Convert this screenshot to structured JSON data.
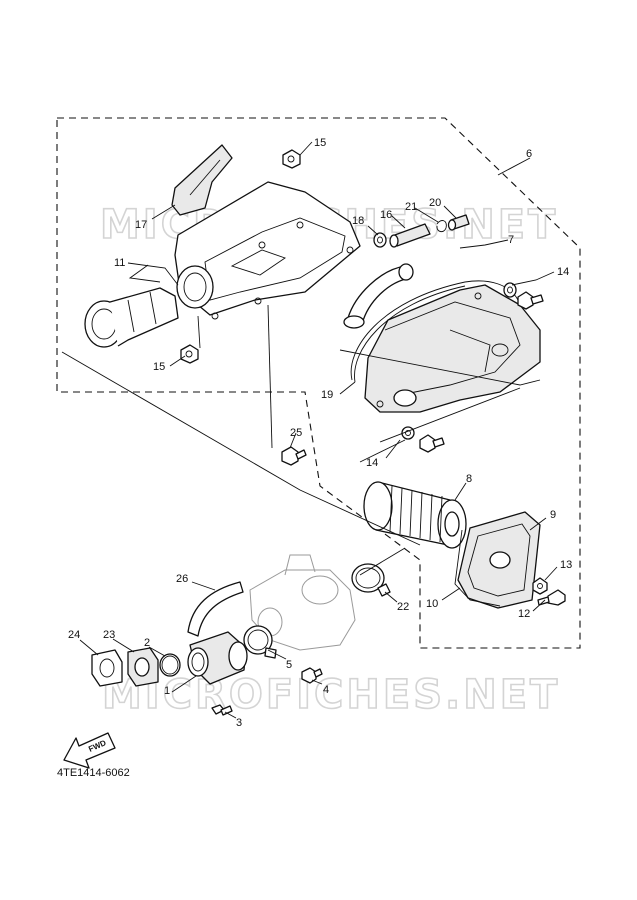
{
  "watermark_text": "MICROFICHES.NET",
  "document_code": "4TE1414-6062",
  "direction_label": "FWD",
  "callouts": {
    "c1": "1",
    "c2": "2",
    "c3": "3",
    "c4": "4",
    "c5": "5",
    "c6": "6",
    "c7": "7",
    "c8": "8",
    "c9": "9",
    "c10": "10",
    "c11": "11",
    "c12": "12",
    "c13": "13",
    "c14a": "14",
    "c14b": "14",
    "c15a": "15",
    "c15b": "15",
    "c16": "16",
    "c17": "17",
    "c18": "18",
    "c19": "19",
    "c20": "20",
    "c21": "21",
    "c22": "22",
    "c23": "23",
    "c24": "24",
    "c25": "25",
    "c26": "26"
  }
}
